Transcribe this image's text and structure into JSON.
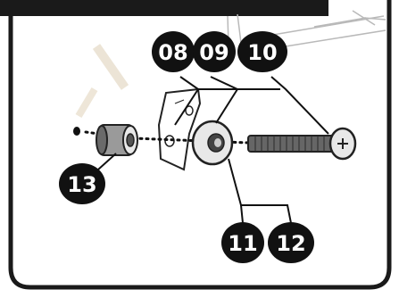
{
  "colors": {
    "frame": "#1a1a1a",
    "badge": "#111111",
    "badge_text": "#ffffff",
    "part_stroke": "#222222",
    "part_fill_light": "#e8e8e8",
    "part_fill_dark": "#555555",
    "faint_lines": "#b9b9b9"
  },
  "parts": {
    "washer_08": "08",
    "washer_09": "09",
    "bolt_10": "10",
    "label_11": "11",
    "label_12": "12",
    "spacer_13": "13"
  }
}
